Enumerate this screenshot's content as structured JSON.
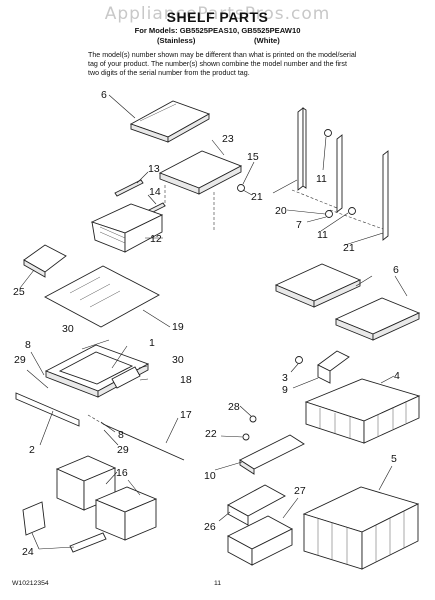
{
  "header": {
    "watermark": "AppliancePartsPros.com",
    "title": "SHELF PARTS",
    "models_line": "For Models: GB5525PEAS10, GB5525PEAW10",
    "finish_stainless": "(Stainless)",
    "finish_white": "(White)"
  },
  "note": "The model(s) number shown may be different than what is printed on the model/serial tag of your product. The number(s) shown combine the model number and the first two digits of the serial number from the product tag.",
  "callouts": [
    "6",
    "23",
    "15",
    "13",
    "14",
    "12",
    "11",
    "21",
    "20",
    "7",
    "11",
    "21",
    "25",
    "19",
    "6",
    "30",
    "1",
    "30",
    "8",
    "29",
    "18",
    "3",
    "9",
    "4",
    "17",
    "28",
    "2",
    "8",
    "29",
    "22",
    "10",
    "16",
    "5",
    "27",
    "26",
    "24"
  ],
  "footer": {
    "doc_number": "W10212354",
    "page_number": "11"
  }
}
